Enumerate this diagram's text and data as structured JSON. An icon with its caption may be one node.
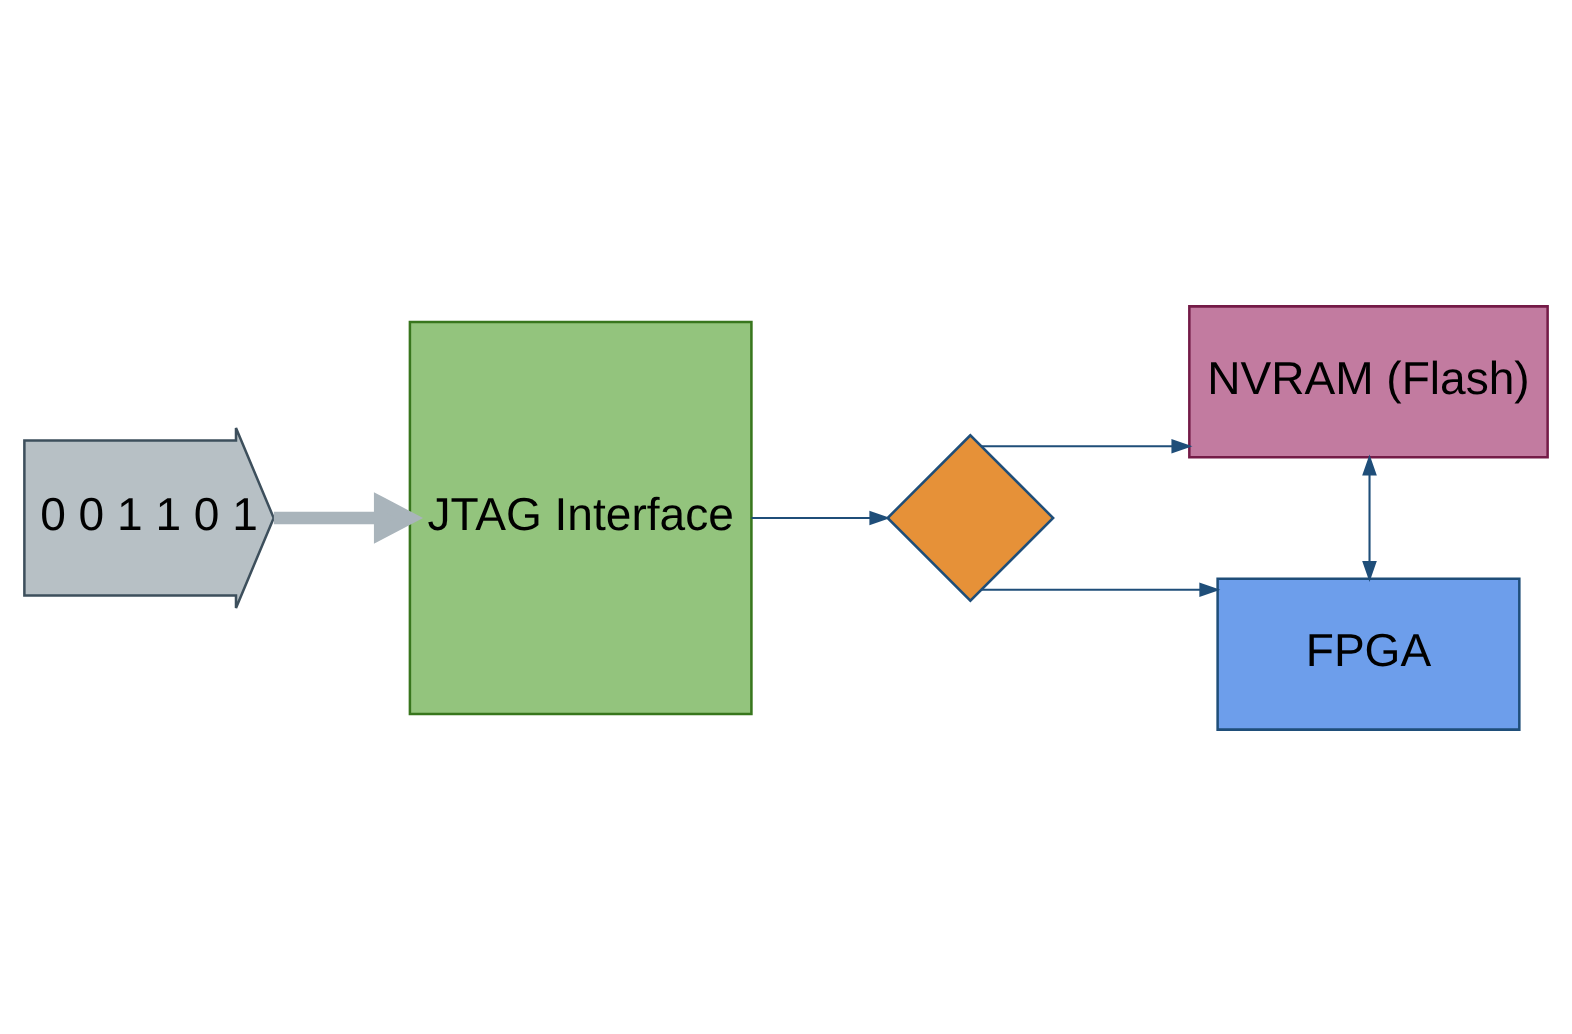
{
  "diagram": {
    "nodes": [
      {
        "text": [
          "0 0 1 1 0 1"
        ]
      },
      {
        "text": [
          "JTAG Interface"
        ]
      },
      {
        "text": [],
        "shape": "diamond"
      },
      {
        "text": [
          "NVRAM (Flash)"
        ]
      },
      {
        "text": [
          "FPGA"
        ]
      }
    ],
    "edges": [
      {
        "from": 0,
        "to": 1,
        "arrow": "to",
        "style": "thick",
        "color": "#a9b4bb"
      },
      {
        "from": 1,
        "to": 2,
        "arrow": "to"
      },
      {
        "from": 2,
        "to": 3,
        "arrow": "to"
      },
      {
        "from": 2,
        "to": 4,
        "arrow": "to"
      },
      {
        "from": 3,
        "to": 4,
        "arrow": "both"
      }
    ]
  }
}
